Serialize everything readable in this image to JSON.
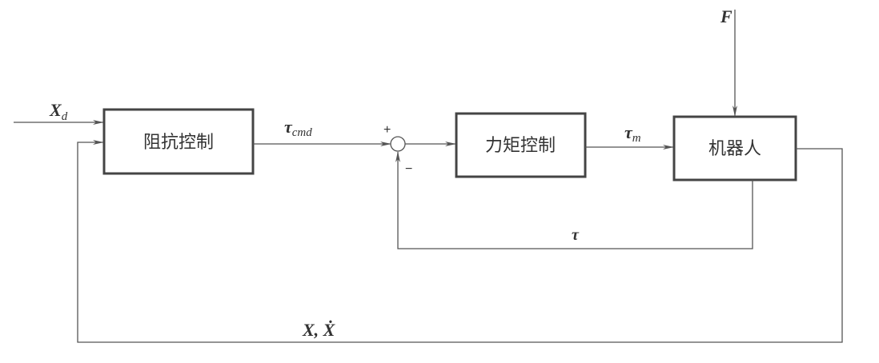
{
  "blocks": {
    "impedance_control": "阻抗控制",
    "torque_control": "力矩控制",
    "robot": "机器人"
  },
  "signals": {
    "desired_position": {
      "main": "X",
      "sub": "d"
    },
    "torque_command": {
      "main": "τ",
      "sub": "cmd"
    },
    "motor_torque": {
      "main": "τ",
      "sub": "m"
    },
    "torque_feedback": "τ",
    "external_force": "F",
    "state_feedback": "X, Ẋ"
  },
  "summing_junction": {
    "plus": "+",
    "minus": "−"
  }
}
